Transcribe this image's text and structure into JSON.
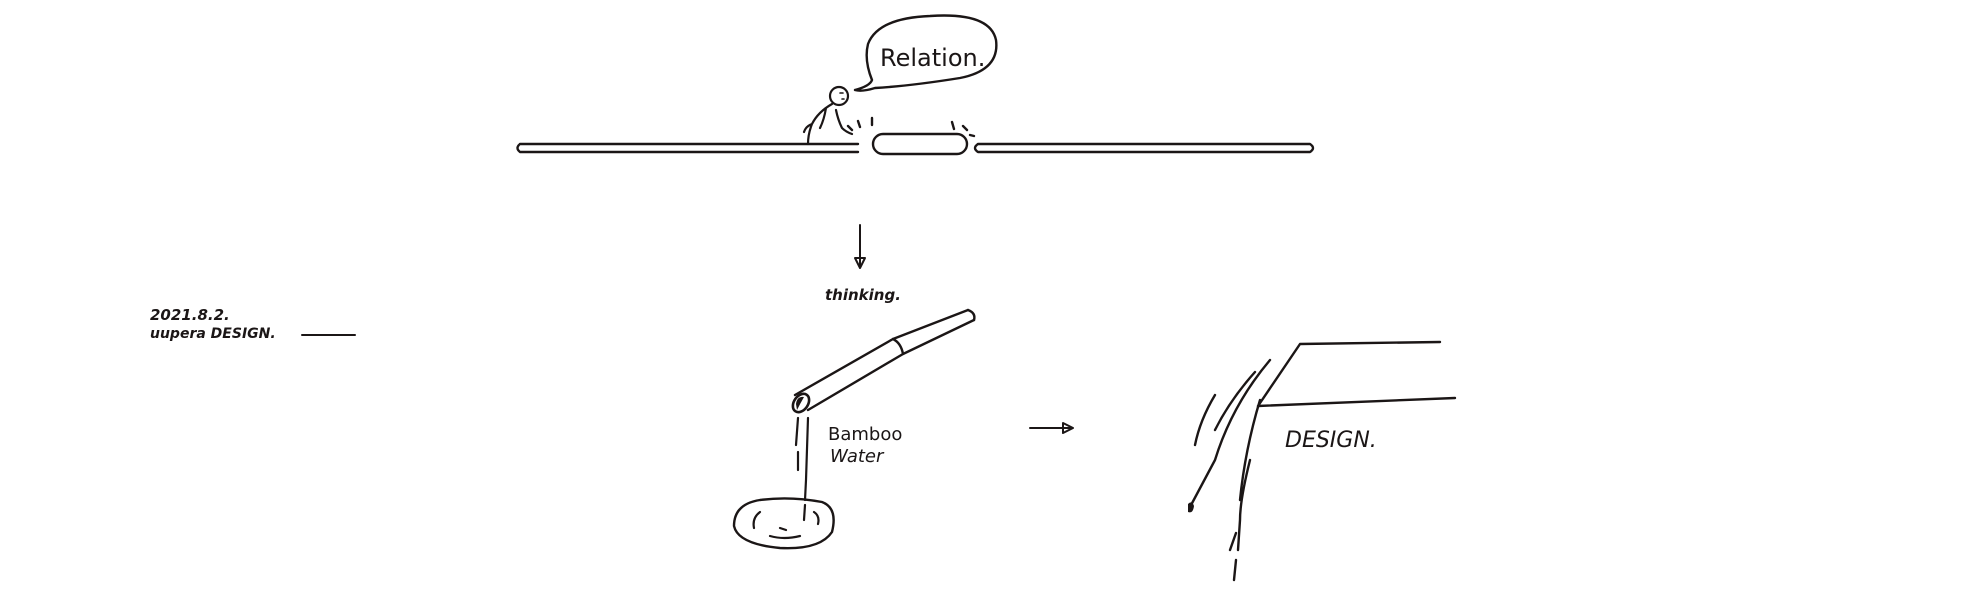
{
  "date_note": {
    "date": "2021.8.2.",
    "signature": "uupera DESIGN."
  },
  "top_scene": {
    "speech_bubble": "Relation."
  },
  "middle_scene": {
    "thinking_label": "thinking.",
    "bamboo_label": "Bamboo",
    "water_label": "Water"
  },
  "right_scene": {
    "design_label": "DESIGN."
  },
  "colors": {
    "ink": "#1b1616",
    "background": "#ffffff"
  }
}
